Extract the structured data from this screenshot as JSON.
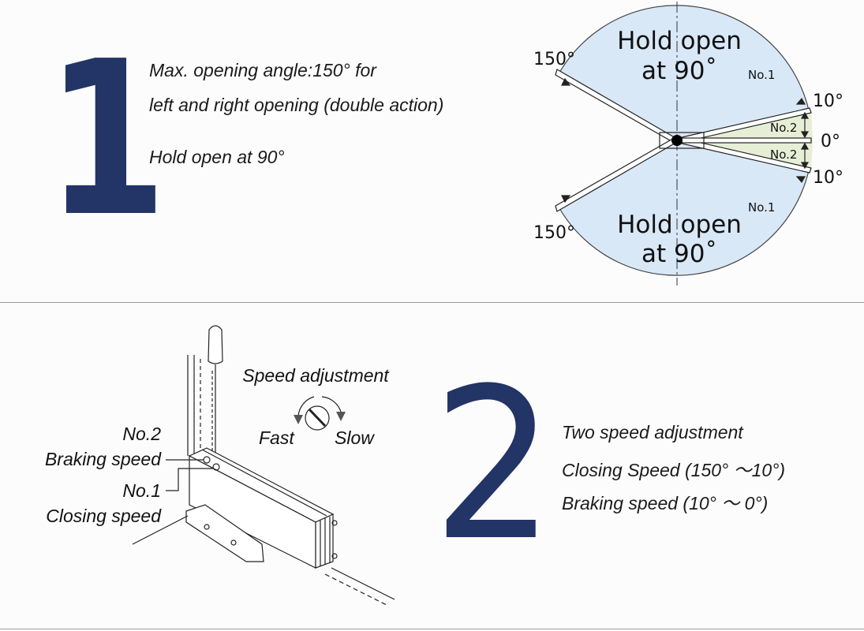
{
  "section1": {
    "number": "1",
    "line1": "Max. opening angle:150° for",
    "line2": "left and right opening (double action)",
    "line3": "Hold open at 90°",
    "diagram": {
      "hold_open_line1": "Hold open",
      "hold_open_line2": "at 90˚",
      "angle_150": "150°",
      "angle_10": "10°",
      "angle_0": "0°",
      "zone_no1": "No.1",
      "zone_no2": "No.2"
    }
  },
  "section2": {
    "number": "2",
    "line1": "Two speed adjustment",
    "line2": "Closing Speed (150° ～10°)",
    "line3": "Braking speed (10° ～ 0°)",
    "diagram": {
      "speed_adjustment": "Speed adjustment",
      "fast": "Fast",
      "slow": "Slow",
      "no2": "No.2",
      "braking_speed": "Braking speed",
      "no1": "No.1",
      "closing_speed": "Closing speed"
    }
  },
  "colors": {
    "numeral": "#233466",
    "zone_no1": "#d9e8f7",
    "zone_no2": "#e6efd6",
    "divider": "#9a9a9a"
  }
}
